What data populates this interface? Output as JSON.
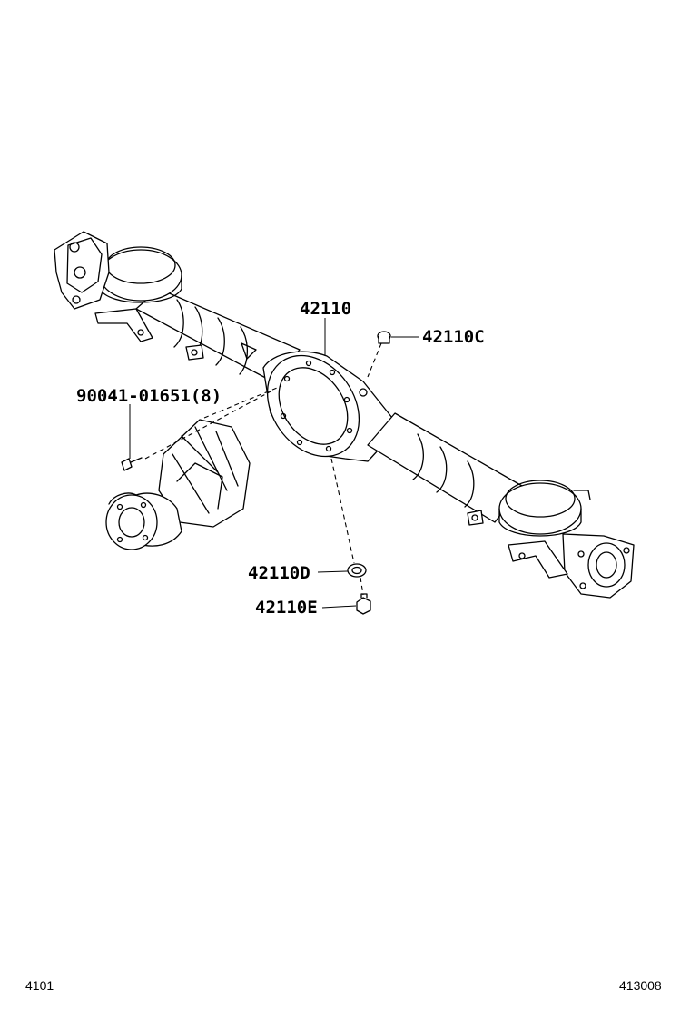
{
  "callouts": {
    "axle_housing": "42110",
    "breather_plug": "42110C",
    "carrier_bolt": "90041-01651(8)",
    "drain_gasket": "42110D",
    "drain_plug": "42110E"
  },
  "footer": {
    "left_code": "4101",
    "right_code": "413008"
  }
}
